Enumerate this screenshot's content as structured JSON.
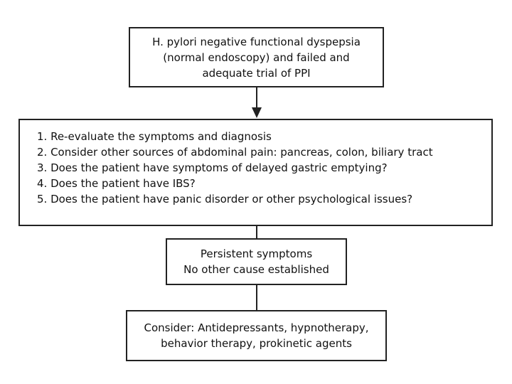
{
  "box1": {
    "lines": [
      "H. pylori negative functional dyspepsia",
      "(normal endoscopy) and failed and",
      "adequate trial of PPI"
    ]
  },
  "box2": {
    "items": [
      "1. Re-evaluate the symptoms and diagnosis",
      "2. Consider other sources of abdominal pain: pancreas, colon, biliary tract",
      "3. Does the patient have symptoms of delayed gastric emptying?",
      "4. Does the patient have IBS?",
      "5. Does the patient have panic disorder or other psychological issues?"
    ]
  },
  "box3": {
    "lines": [
      "Persistent symptoms",
      "No other cause established"
    ]
  },
  "box4": {
    "lines": [
      "Consider: Antidepressants, hypnotherapy,",
      "behavior therapy, prokinetic agents"
    ]
  },
  "colors": {
    "line": "#222222",
    "background": "#ffffff",
    "text": "#111111"
  }
}
